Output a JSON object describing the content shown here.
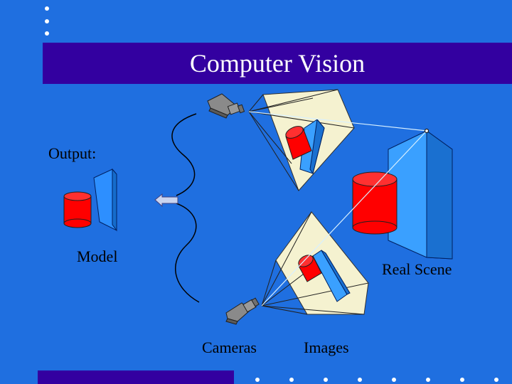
{
  "title": "Computer Vision",
  "labels": {
    "output": "Output:",
    "model": "Model",
    "real_scene": "Real Scene",
    "cameras": "Cameras",
    "images": "Images"
  },
  "colors": {
    "background": "#1f6fe0",
    "title_bar": "#3300a0",
    "cylinder_red": "#ff0000",
    "box_blue": "#3aa0ff",
    "image_plane": "#f5f2d0",
    "camera_gray": "#8a8a8a"
  }
}
